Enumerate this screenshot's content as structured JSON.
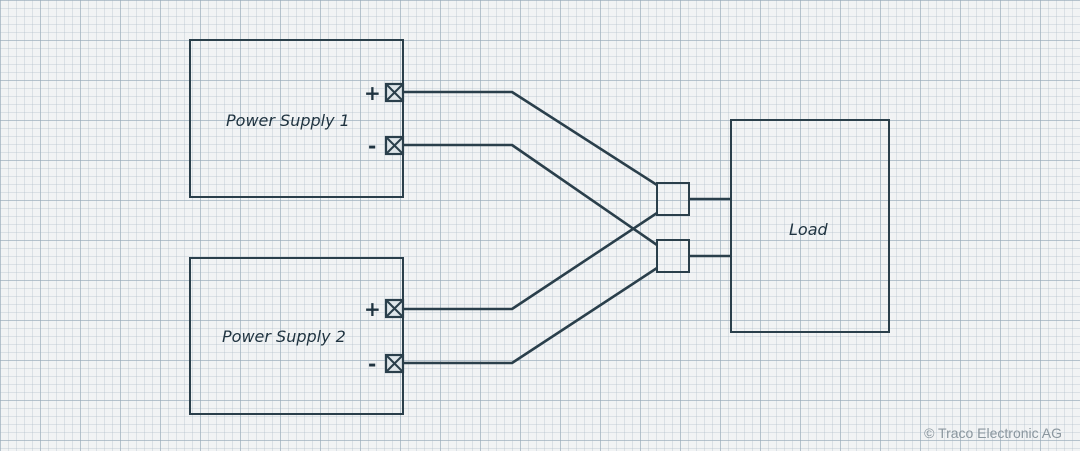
{
  "diagram": {
    "supply1": {
      "label": "Power Supply 1",
      "plus": "+",
      "minus": "-"
    },
    "supply2": {
      "label": "Power Supply 2",
      "plus": "+",
      "minus": "-"
    },
    "load": {
      "label": "Load"
    }
  },
  "footer": {
    "copyright": "© Traco Electronic AG"
  },
  "colors": {
    "ink": "#2a3f4b",
    "background": "#f1f3f4"
  }
}
